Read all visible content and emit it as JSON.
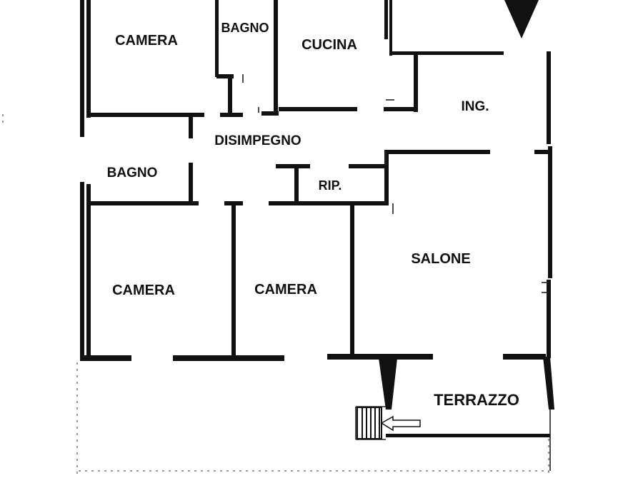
{
  "rooms": {
    "camera_top": "CAMERA",
    "bagno_top": "BAGNO",
    "cucina": "CUCINA",
    "ingresso": "ING.",
    "disimpegno": "DISIMPEGNO",
    "bagno_mid": "BAGNO",
    "ripostiglio": "RIP.",
    "salone": "SALONE",
    "camera_left": "CAMERA",
    "camera_mid": "CAMERA",
    "terrazzo": "TERRAZZO"
  },
  "icons": {
    "north_marker": "triangle-down",
    "entrance_arrow": "arrow-left",
    "stairs": "stairs"
  }
}
